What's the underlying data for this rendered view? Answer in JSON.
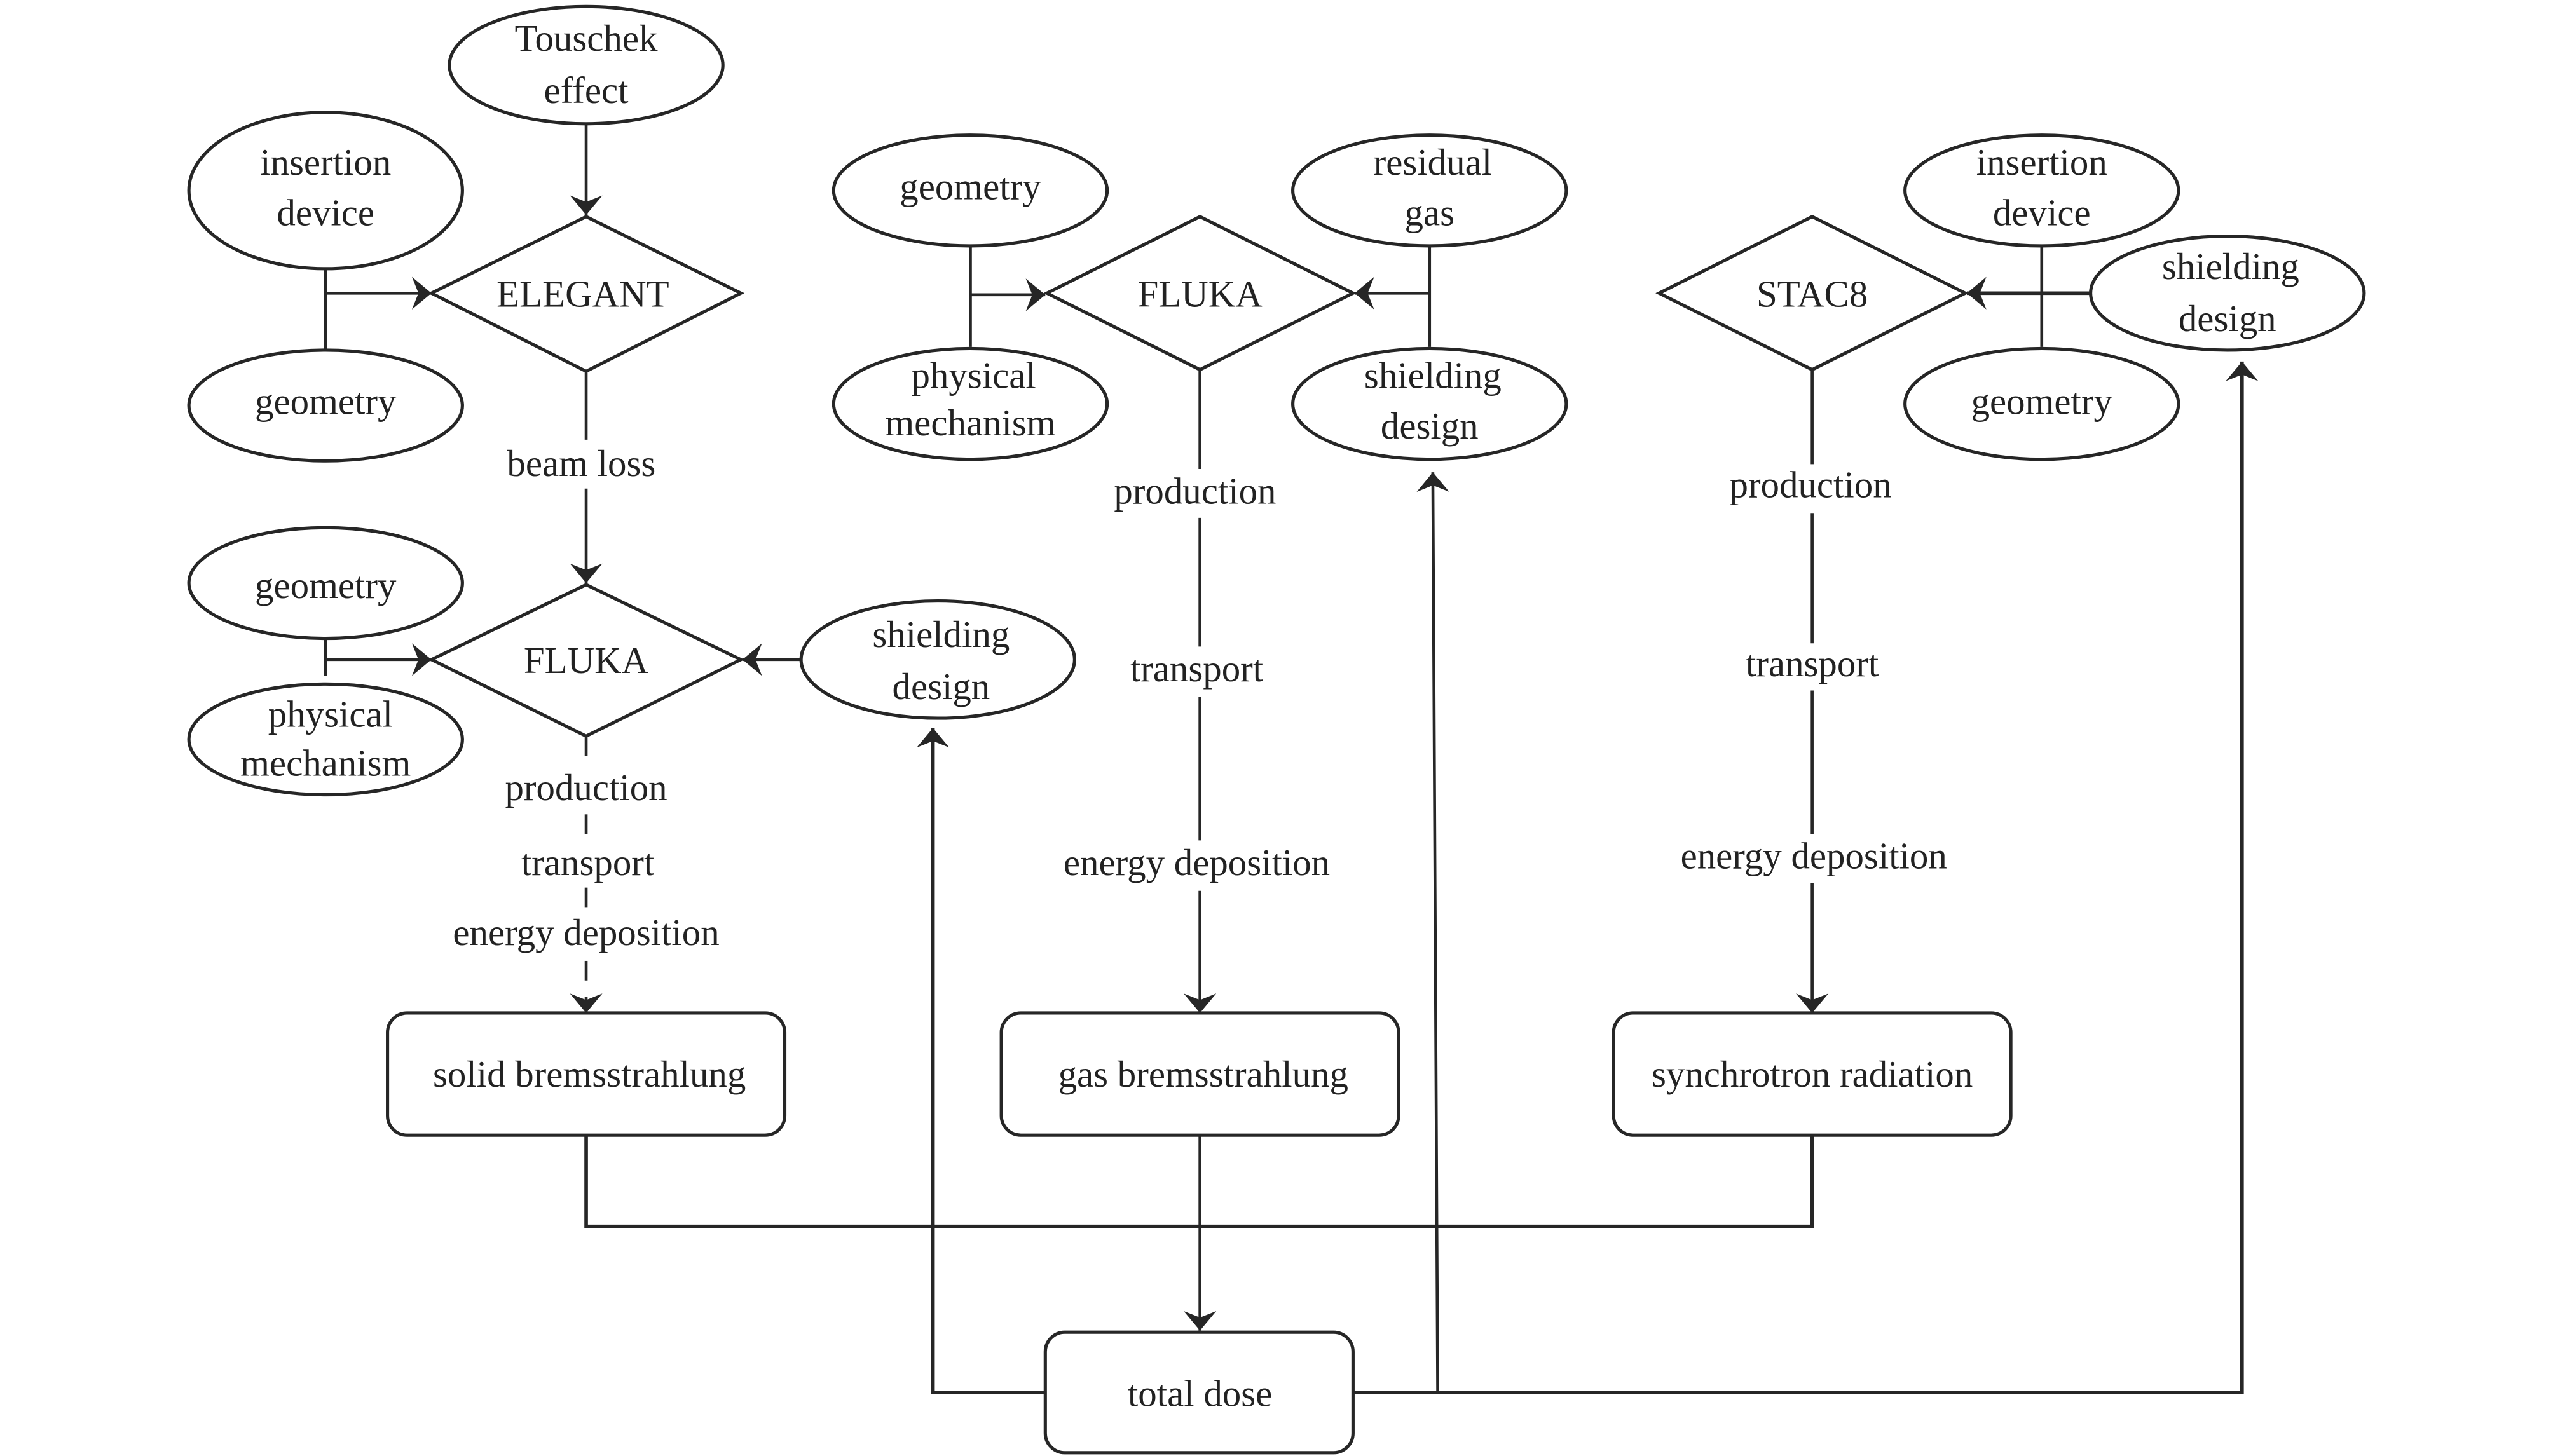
{
  "diagram": {
    "type": "flowchart",
    "colors": {
      "stroke": "#262626",
      "text": "#222222",
      "background": "#ffffff"
    },
    "nodes": {
      "touschek": {
        "shape": "ellipse",
        "label": [
          "Touschek",
          "effect"
        ]
      },
      "ins_dev_1": {
        "shape": "ellipse",
        "label": [
          "insertion",
          "device"
        ]
      },
      "geometry_1": {
        "shape": "ellipse",
        "label": [
          "geometry"
        ]
      },
      "elegant": {
        "shape": "diamond",
        "label": [
          "ELEGANT"
        ]
      },
      "geometry_2": {
        "shape": "ellipse",
        "label": [
          "geometry"
        ]
      },
      "phys_mech_1": {
        "shape": "ellipse",
        "label": [
          "physical",
          "mechanism"
        ]
      },
      "fluka_1": {
        "shape": "diamond",
        "label": [
          "FLUKA"
        ]
      },
      "shield_1": {
        "shape": "ellipse",
        "label": [
          "shielding",
          "design"
        ]
      },
      "geometry_3": {
        "shape": "ellipse",
        "label": [
          "geometry"
        ]
      },
      "phys_mech_2": {
        "shape": "ellipse",
        "label": [
          "physical",
          "mechanism"
        ]
      },
      "fluka_2": {
        "shape": "diamond",
        "label": [
          "FLUKA"
        ]
      },
      "residual_gas": {
        "shape": "ellipse",
        "label": [
          "residual",
          "gas"
        ]
      },
      "shield_2": {
        "shape": "ellipse",
        "label": [
          "shielding",
          "design"
        ]
      },
      "stac8": {
        "shape": "diamond",
        "label": [
          "STAC8"
        ]
      },
      "ins_dev_2": {
        "shape": "ellipse",
        "label": [
          "insertion",
          "device"
        ]
      },
      "shield_3": {
        "shape": "ellipse",
        "label": [
          "shielding",
          "design"
        ]
      },
      "geometry_4": {
        "shape": "ellipse",
        "label": [
          "geometry"
        ]
      },
      "solid_brems": {
        "shape": "rounded-rect",
        "label": [
          "solid bremsstrahlung"
        ]
      },
      "gas_brems": {
        "shape": "rounded-rect",
        "label": [
          "gas bremsstrahlung"
        ]
      },
      "synchrotron": {
        "shape": "rounded-rect",
        "label": [
          "synchrotron radiation"
        ]
      },
      "total_dose": {
        "shape": "rounded-rect",
        "label": [
          "total dose"
        ]
      }
    },
    "edge_labels": {
      "beam_loss": "beam loss",
      "production_1": "production",
      "transport_1": "transport",
      "energy_dep_1": "energy deposition",
      "production_2": "production",
      "transport_2": "transport",
      "energy_dep_2": "energy deposition",
      "production_3": "production",
      "transport_3": "transport",
      "energy_dep_3": "energy deposition"
    },
    "edges": [
      {
        "from": "touschek",
        "to": "elegant"
      },
      {
        "from": [
          "ins_dev_1",
          "geometry_1"
        ],
        "to": "elegant"
      },
      {
        "from": "elegant",
        "to": "fluka_1",
        "label": "beam loss"
      },
      {
        "from": [
          "geometry_2",
          "phys_mech_1"
        ],
        "to": "fluka_1"
      },
      {
        "from": "shield_1",
        "to": "fluka_1"
      },
      {
        "from": "fluka_1",
        "to": "solid_brems",
        "style": "dashed",
        "labels": [
          "production",
          "transport",
          "energy deposition"
        ]
      },
      {
        "from": [
          "geometry_3",
          "phys_mech_2"
        ],
        "to": "fluka_2"
      },
      {
        "from": [
          "residual_gas",
          "shield_2"
        ],
        "to": "fluka_2"
      },
      {
        "from": "fluka_2",
        "to": "gas_brems",
        "labels": [
          "production",
          "transport",
          "energy deposition"
        ]
      },
      {
        "from": [
          "ins_dev_2",
          "geometry_4",
          "shield_3"
        ],
        "to": "stac8"
      },
      {
        "from": "stac8",
        "to": "synchrotron",
        "labels": [
          "production",
          "transport",
          "energy deposition"
        ]
      },
      {
        "from": [
          "solid_brems",
          "gas_brems",
          "synchrotron"
        ],
        "to": "total_dose"
      },
      {
        "from": "total_dose",
        "to": "shield_1"
      },
      {
        "from": "total_dose",
        "to": "shield_2"
      },
      {
        "from": "total_dose",
        "to": "shield_3"
      }
    ]
  }
}
